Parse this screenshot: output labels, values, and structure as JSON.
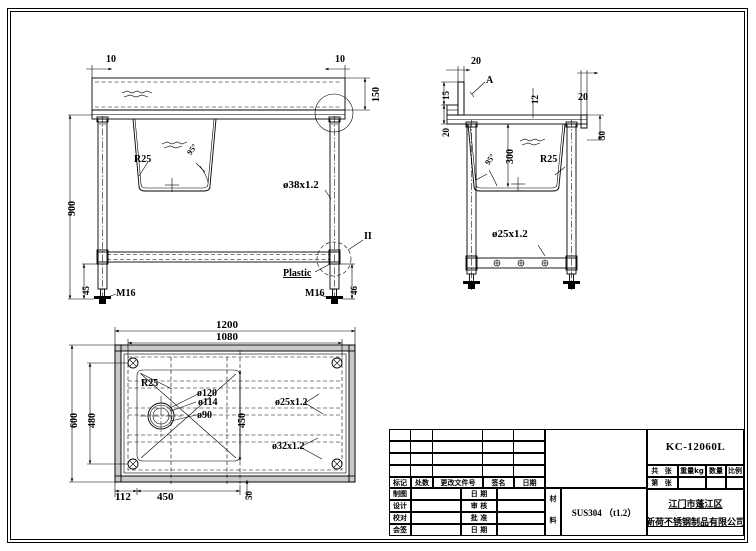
{
  "drawing": {
    "part_number": "KC-12060L",
    "material_label": "材 料",
    "material_value": "SUS304 （t1.2）",
    "company_line1": "江门市蓬江区",
    "company_line2": "新荷不锈钢制品有限公司"
  },
  "title_block": {
    "revision_headers": [
      "标记",
      "处数",
      "更改文件号",
      "签名",
      "日期"
    ],
    "left_rows": [
      {
        "role": "制图",
        "role2": "日 期"
      },
      {
        "role": "设计",
        "role2": "审 核"
      },
      {
        "role": "校对",
        "role2": "批 准"
      },
      {
        "role": "会签",
        "role2": "日 期"
      }
    ],
    "sheet_headers": [
      "共  张",
      "重量kg",
      "数量",
      "比例"
    ],
    "sheet_row": "第  张"
  },
  "front_view": {
    "dim_left_top": "10",
    "dim_right_top": "10",
    "dim_backsplash_h": "150",
    "dim_height": "900",
    "dim_foot_left": "45",
    "dim_foot_right": "46",
    "label_radius": "R25",
    "label_angle": "95°",
    "label_leg_tube": "ø38x1.2",
    "label_bolt_left": "M16",
    "label_bolt_right": "M16",
    "label_plastic": "Plastic",
    "label_detail": "II"
  },
  "side_view": {
    "dim_top_20": "20",
    "dim_15": "15",
    "dim_20_left": "20",
    "label_A": "A",
    "dim_12": "12",
    "dim_20_right": "20",
    "dim_50": "50",
    "dim_300": "300",
    "label_angle": "95°",
    "label_radius": "R25",
    "label_rail_tube": "ø25x1.2"
  },
  "plan_view": {
    "dim_overall_length": "1200",
    "dim_inner_length": "1080",
    "dim_overall_width": "600",
    "dim_inner_width": "480",
    "dim_bowl_width": "450",
    "dim_bowl_length": "450",
    "dim_left_offset": "112",
    "dim_right_offset": "50",
    "label_radius": "R25",
    "label_drain_120": "ø120",
    "label_drain_114": "ø114",
    "label_drain_90": "ø90",
    "label_tube_25": "ø25x1.2",
    "label_tube_32": "ø32x1.2"
  }
}
